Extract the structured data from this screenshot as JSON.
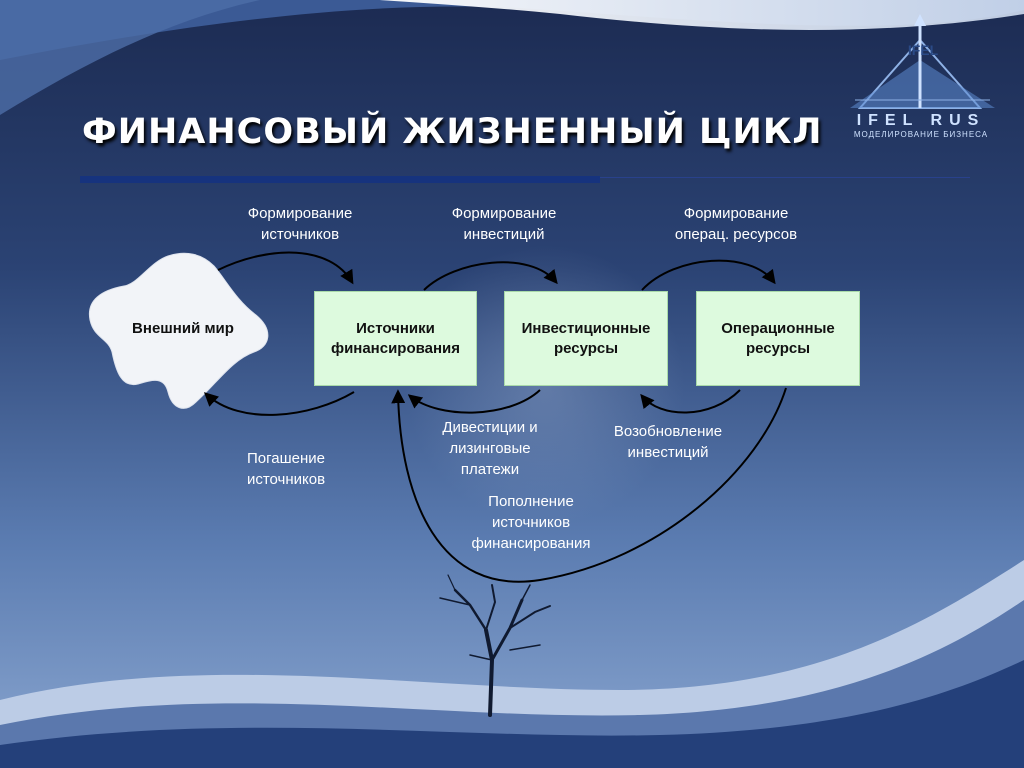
{
  "slide": {
    "title": "Финансовый жизненный цикл"
  },
  "logo": {
    "top_text": "IFEL",
    "brand": "IFEL RUS",
    "tagline": "моделирование бизнеса"
  },
  "diagram": {
    "external_world": "Внешний мир",
    "boxes": {
      "sources": "Источники\nфинансирования",
      "investment": "Инвестиционные\nресурсы",
      "operational": "Операционные\nресурсы"
    },
    "flow_labels": {
      "forming_sources": "Формирование\nисточников",
      "forming_investments": "Формирование\nинвестиций",
      "forming_operational": "Формирование\nоперац. ресурсов",
      "repayment": "Погашение\nисточников",
      "divestment": "Дивестиции и\nлизинговые\nплатежи",
      "renewal": "Возобновление\nинвестиций",
      "replenishment": "Пополнение\nисточников\nфинансирования"
    }
  },
  "colors": {
    "background_top": "#21345f",
    "background_bottom": "#7c9ac8",
    "box_fill": "#ddfade",
    "title_bar": "#16337e",
    "arrow": "#000000"
  }
}
